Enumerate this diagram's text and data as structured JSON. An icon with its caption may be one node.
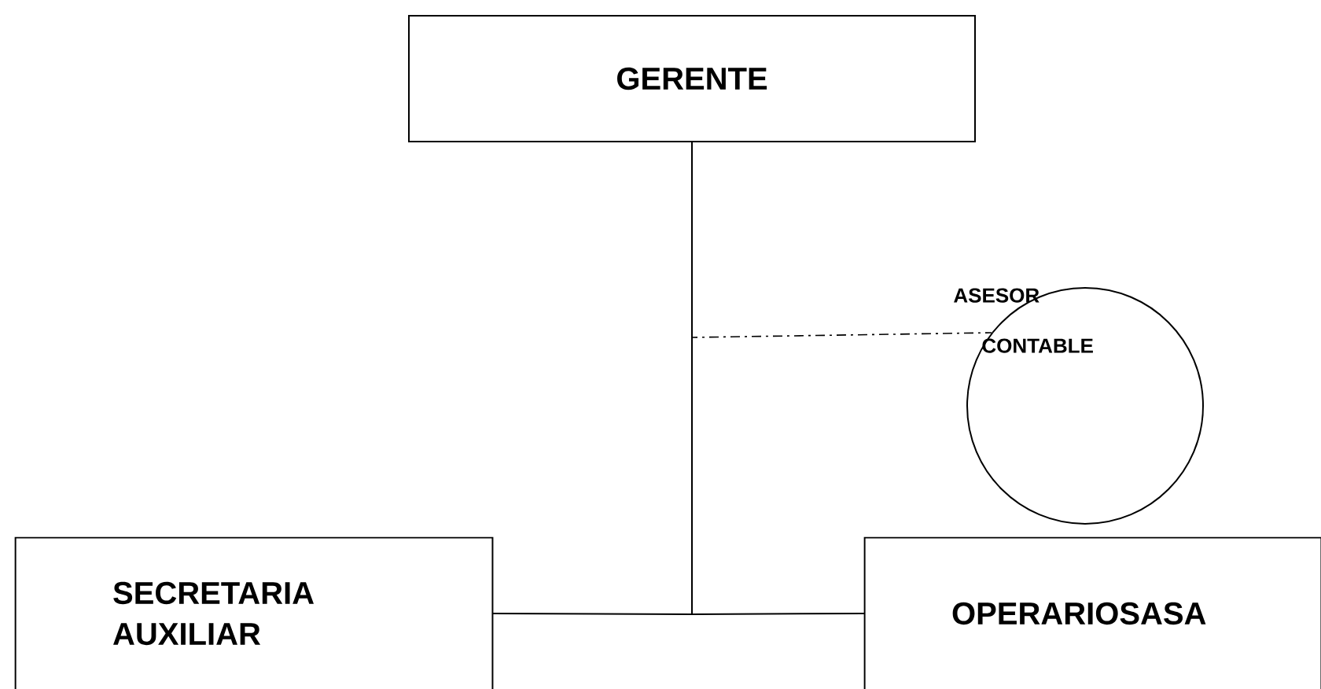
{
  "diagram": {
    "nodes": [
      {
        "text": [
          "GERENTE"
        ]
      },
      {
        "text": [
          "ASESOR CONTABLE"
        ]
      },
      {
        "text": [
          "SECRETARIA AUXILIAR"
        ]
      },
      {
        "text": [
          "OPERARIOSASA"
        ]
      }
    ],
    "edges": [
      {
        "from": 0,
        "to": 1,
        "arrow": "none",
        "style": "dashed"
      },
      {
        "from": 0,
        "to": 2,
        "arrow": "none"
      },
      {
        "from": 0,
        "to": 3,
        "arrow": "none"
      }
    ]
  }
}
